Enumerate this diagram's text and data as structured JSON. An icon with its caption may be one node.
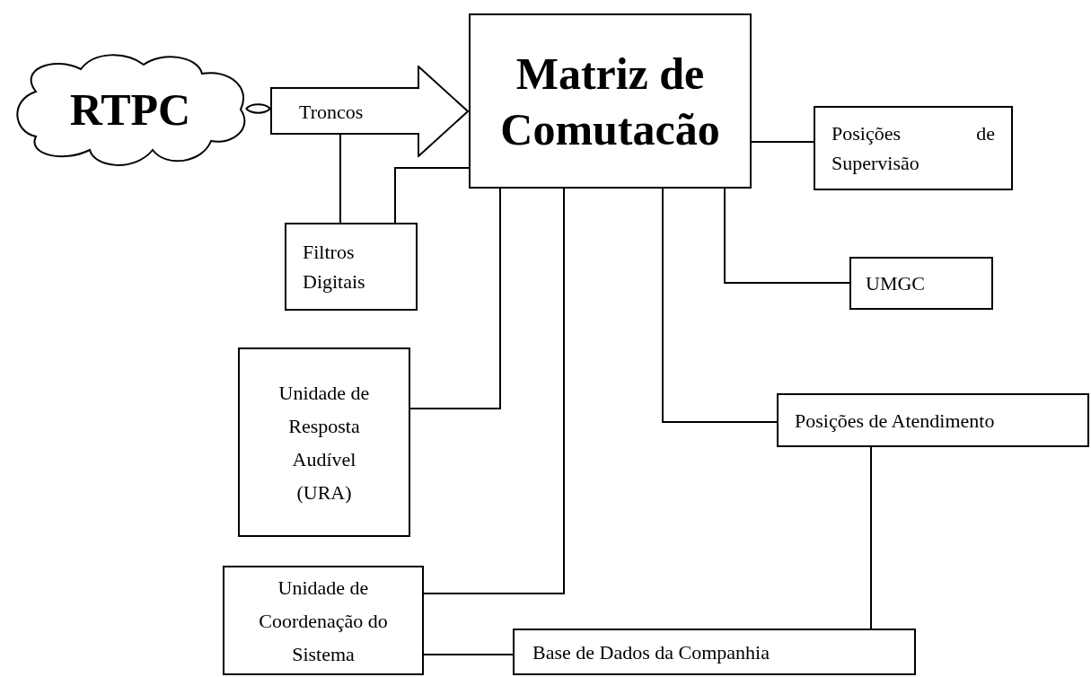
{
  "diagram": {
    "nodes": [
      {
        "text": [
          "RTPC"
        ]
      },
      {
        "text": [
          "Troncos"
        ]
      },
      {
        "text": [
          "Matriz de Comutacão"
        ]
      },
      {
        "text": [
          "Posições de Supervisão"
        ]
      },
      {
        "text": [
          "Filtros Digitais"
        ]
      },
      {
        "text": [
          "UMGC"
        ]
      },
      {
        "text": [
          "Unidade de Resposta Audível (URA)"
        ]
      },
      {
        "text": [
          "Posições de Atendimento"
        ]
      },
      {
        "text": [
          "Unidade de Coordenação do Sistema"
        ]
      },
      {
        "text": [
          "Base de Dados da Companhia"
        ]
      }
    ],
    "edges": [
      {
        "from": 0,
        "to": 1,
        "arrow": "none"
      },
      {
        "from": 1,
        "to": 4,
        "arrow": "none"
      },
      {
        "from": 4,
        "to": 2,
        "arrow": "none"
      },
      {
        "from": 2,
        "to": 3,
        "arrow": "none"
      },
      {
        "from": 2,
        "to": 5,
        "arrow": "none"
      },
      {
        "from": 2,
        "to": 6,
        "arrow": "none"
      },
      {
        "from": 2,
        "to": 8,
        "arrow": "none"
      },
      {
        "from": 2,
        "to": 7,
        "arrow": "none"
      },
      {
        "from": 7,
        "to": 9,
        "arrow": "none"
      },
      {
        "from": 8,
        "to": 9,
        "arrow": "none"
      }
    ]
  }
}
